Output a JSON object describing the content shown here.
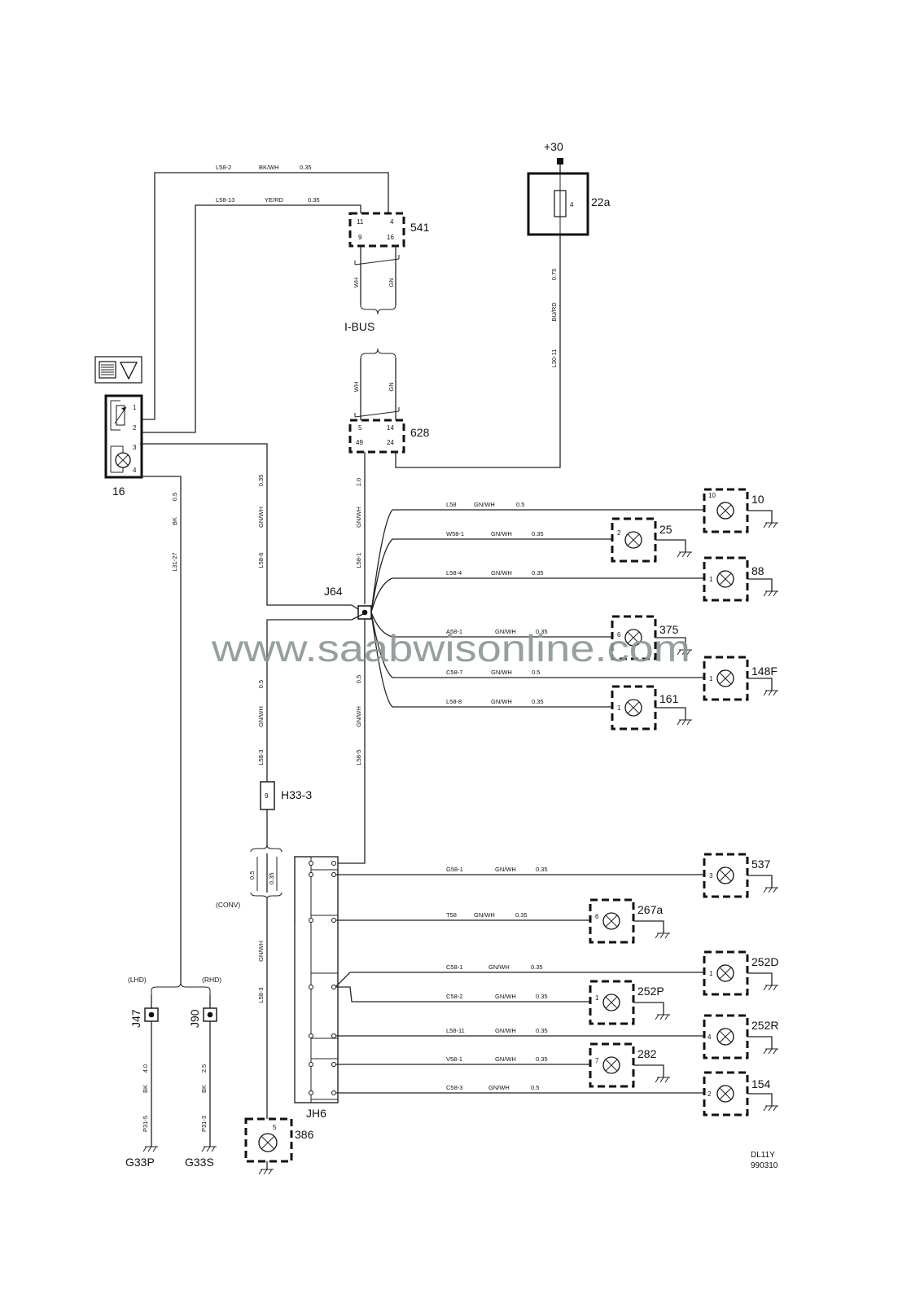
{
  "watermark": "www.saabwisonline.com",
  "drawing_code": "DL11Y",
  "drawing_date": "990310",
  "supply": "+30",
  "bus_label": "I-BUS",
  "conv_label": "(CONV)",
  "lhd_label": "(LHD)",
  "rhd_label": "(RHD)",
  "components": {
    "fuse": "22a",
    "fuse_pin": "4",
    "c541": "541",
    "c628": "628",
    "c16": "16",
    "j64": "J64",
    "h33": "H33-3",
    "h33_pin": "9",
    "jh6": "JH6",
    "j47": "J47",
    "j90": "J90",
    "g33p": "G33P",
    "g33s": "G33S",
    "l386": "386",
    "l386_pin": "5"
  },
  "pins": {
    "c541": [
      "11",
      "4",
      "9",
      "16"
    ],
    "c628": [
      "5",
      "14",
      "49",
      "24"
    ],
    "c16": [
      "1",
      "2",
      "3",
      "4"
    ]
  },
  "wires": {
    "top1": {
      "code": "L58-2",
      "color": "BK/WH",
      "size": "0.35"
    },
    "top2": {
      "code": "L58-13",
      "color": "YE/RD",
      "size": "0.35"
    },
    "fuse_down": {
      "size": "0.75",
      "color": "BU/RD",
      "code": "L30-11"
    },
    "bus_a": "WH",
    "bus_b": "GN",
    "c16_left": {
      "size": "0.5",
      "color": "BK",
      "code": "L31-27"
    },
    "c16_mid": {
      "size": "0.35",
      "color": "GN/WH",
      "code": "L58-6"
    },
    "c628_down": {
      "size": "1.0",
      "color": "GN/WH",
      "code": "L58-1"
    },
    "j64_left": {
      "size": "0.5",
      "color": "GN/WH",
      "code": "L58-3"
    },
    "j64_down": {
      "size": "0.5",
      "color": "GN/WH",
      "code": "L58-5"
    },
    "conv_a": "0.5",
    "conv_b": "0.35",
    "h33_down": {
      "color": "GN/WH",
      "code": "L58-3"
    },
    "j47_wire": {
      "size": "4.0",
      "color": "BK",
      "code": "P31-5"
    },
    "j90_wire": {
      "size": "2.5",
      "color": "BK",
      "code": "P31-3"
    }
  },
  "j64_branches": [
    {
      "code": "L58",
      "color": "GN/WH",
      "size": "0.5",
      "comp": "10",
      "pin": "10"
    },
    {
      "code": "W58-1",
      "color": "GN/WH",
      "size": "0.35",
      "comp": "25",
      "pin": "2"
    },
    {
      "code": "L58-4",
      "color": "GN/WH",
      "size": "0.35",
      "comp": "88",
      "pin": "1"
    },
    {
      "code": "A58-1",
      "color": "GN/WH",
      "size": "0.35",
      "comp": "375",
      "pin": "6"
    },
    {
      "code": "C58-7",
      "color": "GN/WH",
      "size": "0.5",
      "comp": "148F",
      "pin": "1"
    },
    {
      "code": "L58-8",
      "color": "GN/WH",
      "size": "0.35",
      "comp": "161",
      "pin": "1"
    }
  ],
  "jh6_branches": [
    {
      "code": "G58-1",
      "color": "GN/WH",
      "size": "0.35",
      "comp": "537",
      "pin": "3"
    },
    {
      "code": "T58",
      "color": "GN/WH",
      "size": "0.35",
      "comp": "267a",
      "pin": "6"
    },
    {
      "code": "C58-1",
      "color": "GN/WH",
      "size": "0.35",
      "comp": "252D",
      "pin": "1"
    },
    {
      "code": "C58-2",
      "color": "GN/WH",
      "size": "0.35",
      "comp": "252P",
      "pin": "1"
    },
    {
      "code": "L58-11",
      "color": "GN/WH",
      "size": "0.35",
      "comp": "252R",
      "pin": "4"
    },
    {
      "code": "V58-1",
      "color": "GN/WH",
      "size": "0.35",
      "comp": "282",
      "pin": "7"
    },
    {
      "code": "C58-3",
      "color": "GN/WH",
      "size": "0.5",
      "comp": "154",
      "pin": "2"
    }
  ]
}
